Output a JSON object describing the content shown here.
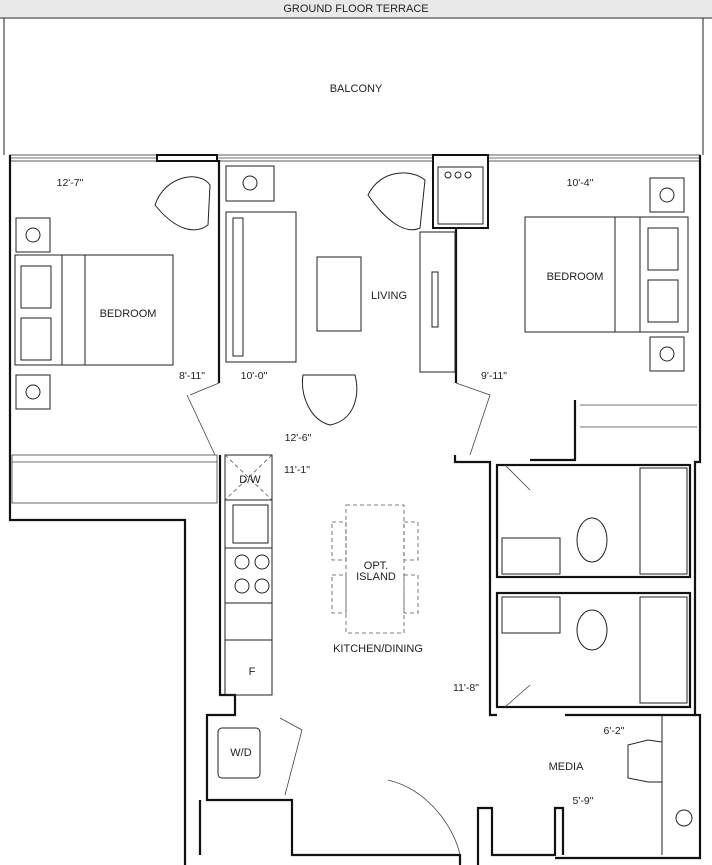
{
  "header": {
    "terrace_label": "GROUND FLOOR TERRACE"
  },
  "rooms": {
    "balcony": "BALCONY",
    "bedroom_left": "BEDROOM",
    "living": "LIVING",
    "bedroom_right": "BEDROOM",
    "island_line1": "OPT.",
    "island_line2": "ISLAND",
    "kitchen_dining": "KITCHEN/DINING",
    "media": "MEDIA"
  },
  "appliances": {
    "dishwasher": "D/W",
    "fridge": "F",
    "washer_dryer": "W/D"
  },
  "dimensions": {
    "bedroom_left_width": "12'-7\"",
    "bedroom_right_width": "10'-4\"",
    "bedroom_left_depth": "8'-11\"",
    "living_width": "10'-0\"",
    "bedroom_right_depth": "9'-11\"",
    "living_depth": "12'-6\"",
    "kitchen_width": "11'-1\"",
    "kitchen_depth": "11'-8\"",
    "media_width": "6'-2\"",
    "media_depth": "5'-9\""
  }
}
